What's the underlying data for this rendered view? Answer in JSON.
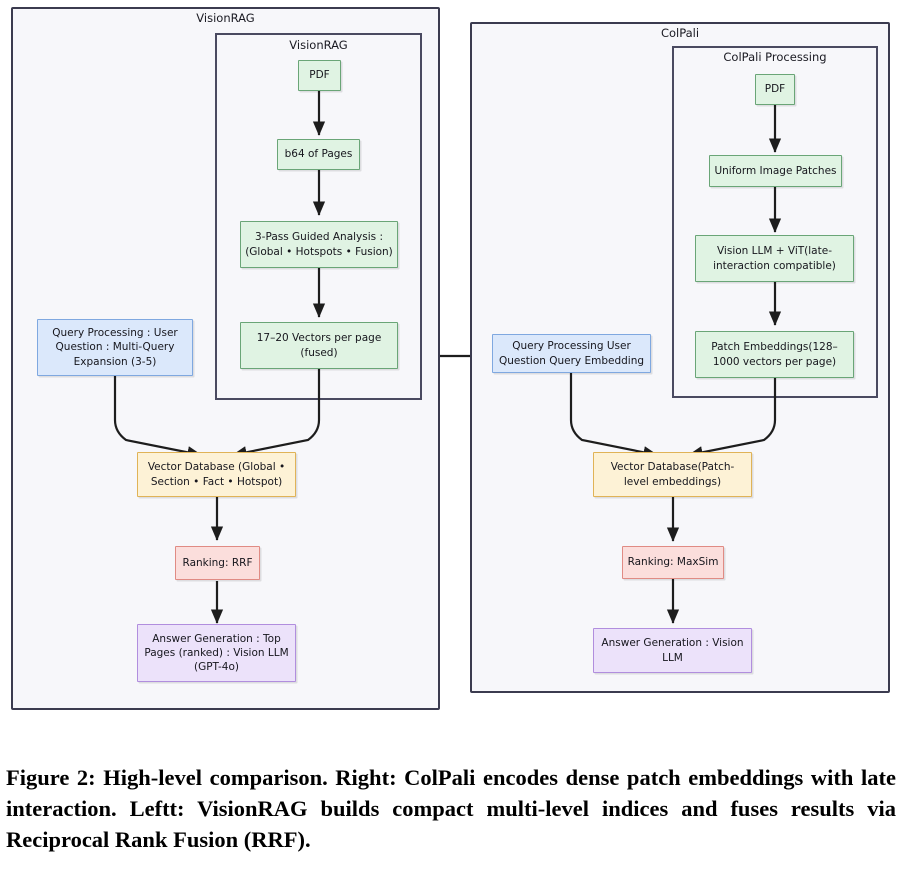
{
  "figure": {
    "caption": "Figure 2: High-level comparison. Right: ColPali encodes dense patch embeddings with late interaction. Leftt: VisionRAG builds compact multi-level indices and fuses results via Reciprocal Rank Fusion (RRF)."
  },
  "colors": {
    "panel_bg": "#f7f7fa",
    "panel_border": "#3b3b4f",
    "green_fill": "#e0f3e3",
    "green_border": "#6aa577",
    "blue_fill": "#dbe8fb",
    "blue_border": "#7fa8e0",
    "yellow_fill": "#fdf2d6",
    "yellow_border": "#e0b357",
    "red_fill": "#fbdedc",
    "red_border": "#e08b84",
    "purple_fill": "#ece2fa",
    "purple_border": "#b18ede",
    "edge": "#1d1d1d"
  },
  "left_panel": {
    "title": "VisionRAG",
    "subpanel_title": "VisionRAG",
    "nodes": {
      "pdf": "PDF",
      "b64": "b64 of Pages",
      "analysis": "3-Pass Guided Analysis :\n(Global • Hotspots • Fusion)",
      "vectors": "17–20 Vectors per page\n(fused)",
      "query": "Query Processing : User\nQuestion : Multi-Query\nExpansion (3-5)",
      "vectordb": "Vector Database (Global •\nSection • Fact • Hotspot)",
      "ranking": "Ranking: RRF",
      "answer": "Answer Generation : Top\nPages (ranked) : Vision LLM\n(GPT-4o)"
    }
  },
  "right_panel": {
    "title": "ColPali",
    "subpanel_title": "ColPali Processing",
    "nodes": {
      "pdf": "PDF",
      "patches": "Uniform Image Patches",
      "vision_llm": "Vision LLM + ViT(late-\ninteraction compatible)",
      "embeddings": "Patch Embeddings(128–\n1000 vectors per page)",
      "query": "Query Processing User\nQuestion Query Embedding",
      "vectordb": "Vector Database(Patch-\nlevel embeddings)",
      "ranking": "Ranking: MaxSim",
      "answer": "Answer Generation : Vision\nLLM"
    }
  }
}
